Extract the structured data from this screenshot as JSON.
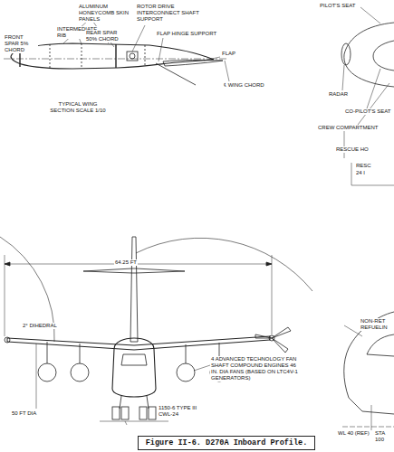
{
  "diagram": {
    "caption": "Figure II-6. D270A Inboard Profile.",
    "labels": [
      "ALUMINUM HONEYCOMB SKIN PANELS",
      "INTERMEDIATE RIB",
      "FRONT SPAR 5% CHORD",
      "REAR SPAR 50% CHORD",
      "ROTOR DRIVE INTERCONNECT SHAFT SUPPORT",
      "FLAP HINGE SUPPORT",
      "FLAP",
      "℄ WING CHORD",
      "TYPICAL WING SECTION SCALE 1/10",
      "PILOT'S SEAT",
      "RADAR",
      "CO-PILOT'S SEAT",
      "CREW COMPARTMENT",
      "RESCUE HO",
      "RESC",
      "24 I",
      "64.25 FT",
      "2° DIHEDRAL",
      "50 FT DIA",
      "4 ADVANCED TECHNOLOGY FAN SHAFT COMPOUND ENGINES 46 IN. DIA FANS (BASED ON LTC4V-1 GENERATORS)",
      "1150-6 TYPE III CWL-24",
      "NON-RET REFUELIN",
      "WL 40 (REF)",
      "STA 100"
    ]
  }
}
